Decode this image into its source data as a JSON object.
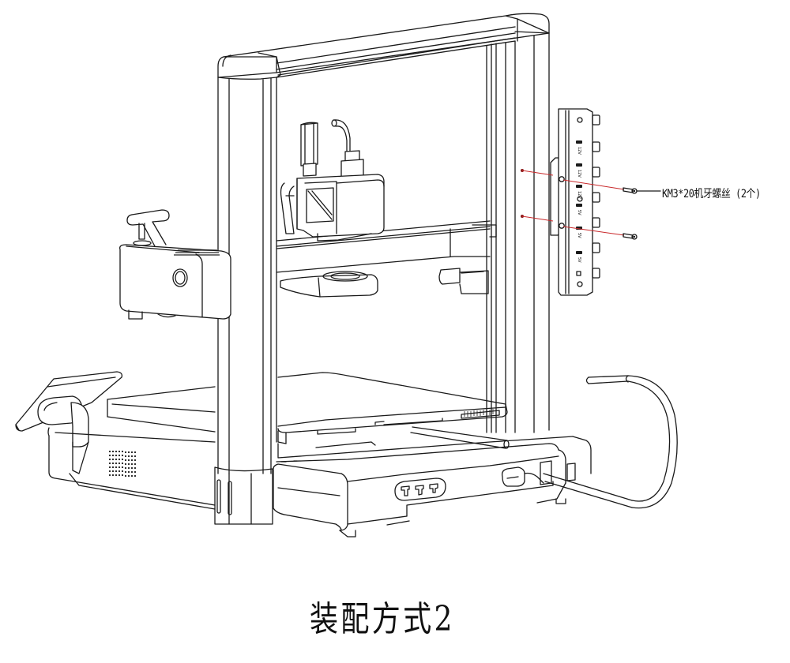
{
  "figure": {
    "subject": "3D printer assembly drawing",
    "caption": "装配方式2",
    "callouts": [
      {
        "label": "KM3*20机牙螺丝 (2个)",
        "target": "mounting-screws",
        "count": 2
      }
    ],
    "colors": {
      "line": "#1a1a1a",
      "leader_line": "#c8282a",
      "background": "#ffffff"
    },
    "pcb_labels": [
      "12V",
      "12V",
      "12V",
      "5V",
      "5V",
      "5V"
    ],
    "components": [
      "frame-gantry",
      "print-head",
      "x-axis-beam",
      "filament-spool-holder-box",
      "touch-screen",
      "heated-bed",
      "base-unit",
      "power-cable",
      "adapter-board"
    ]
  }
}
